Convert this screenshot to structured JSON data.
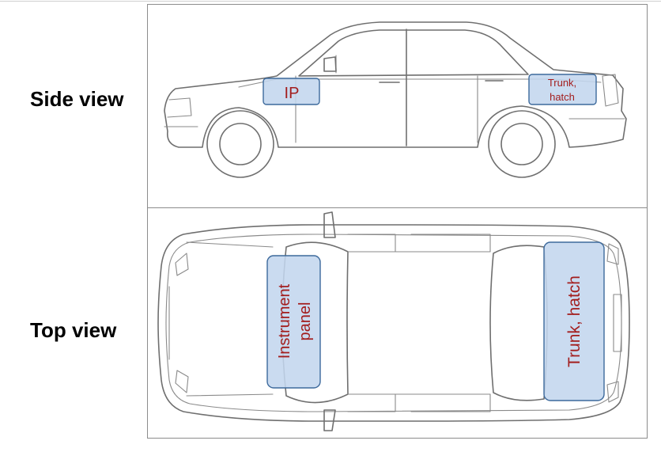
{
  "labels": {
    "side_view": "Side view",
    "top_view": "Top view"
  },
  "side_view": {
    "zones": {
      "ip": "IP",
      "trunk_line1": "Trunk,",
      "trunk_line2": "hatch"
    }
  },
  "top_view": {
    "zones": {
      "instrument_line1": "Instrument",
      "instrument_line2": "panel",
      "trunk": "Trunk, hatch"
    }
  },
  "colors": {
    "zone_fill": "#c3d6ee",
    "zone_stroke": "#3d6a9c",
    "zone_text": "#a31d1d",
    "car_outline": "#6f6f6f"
  }
}
